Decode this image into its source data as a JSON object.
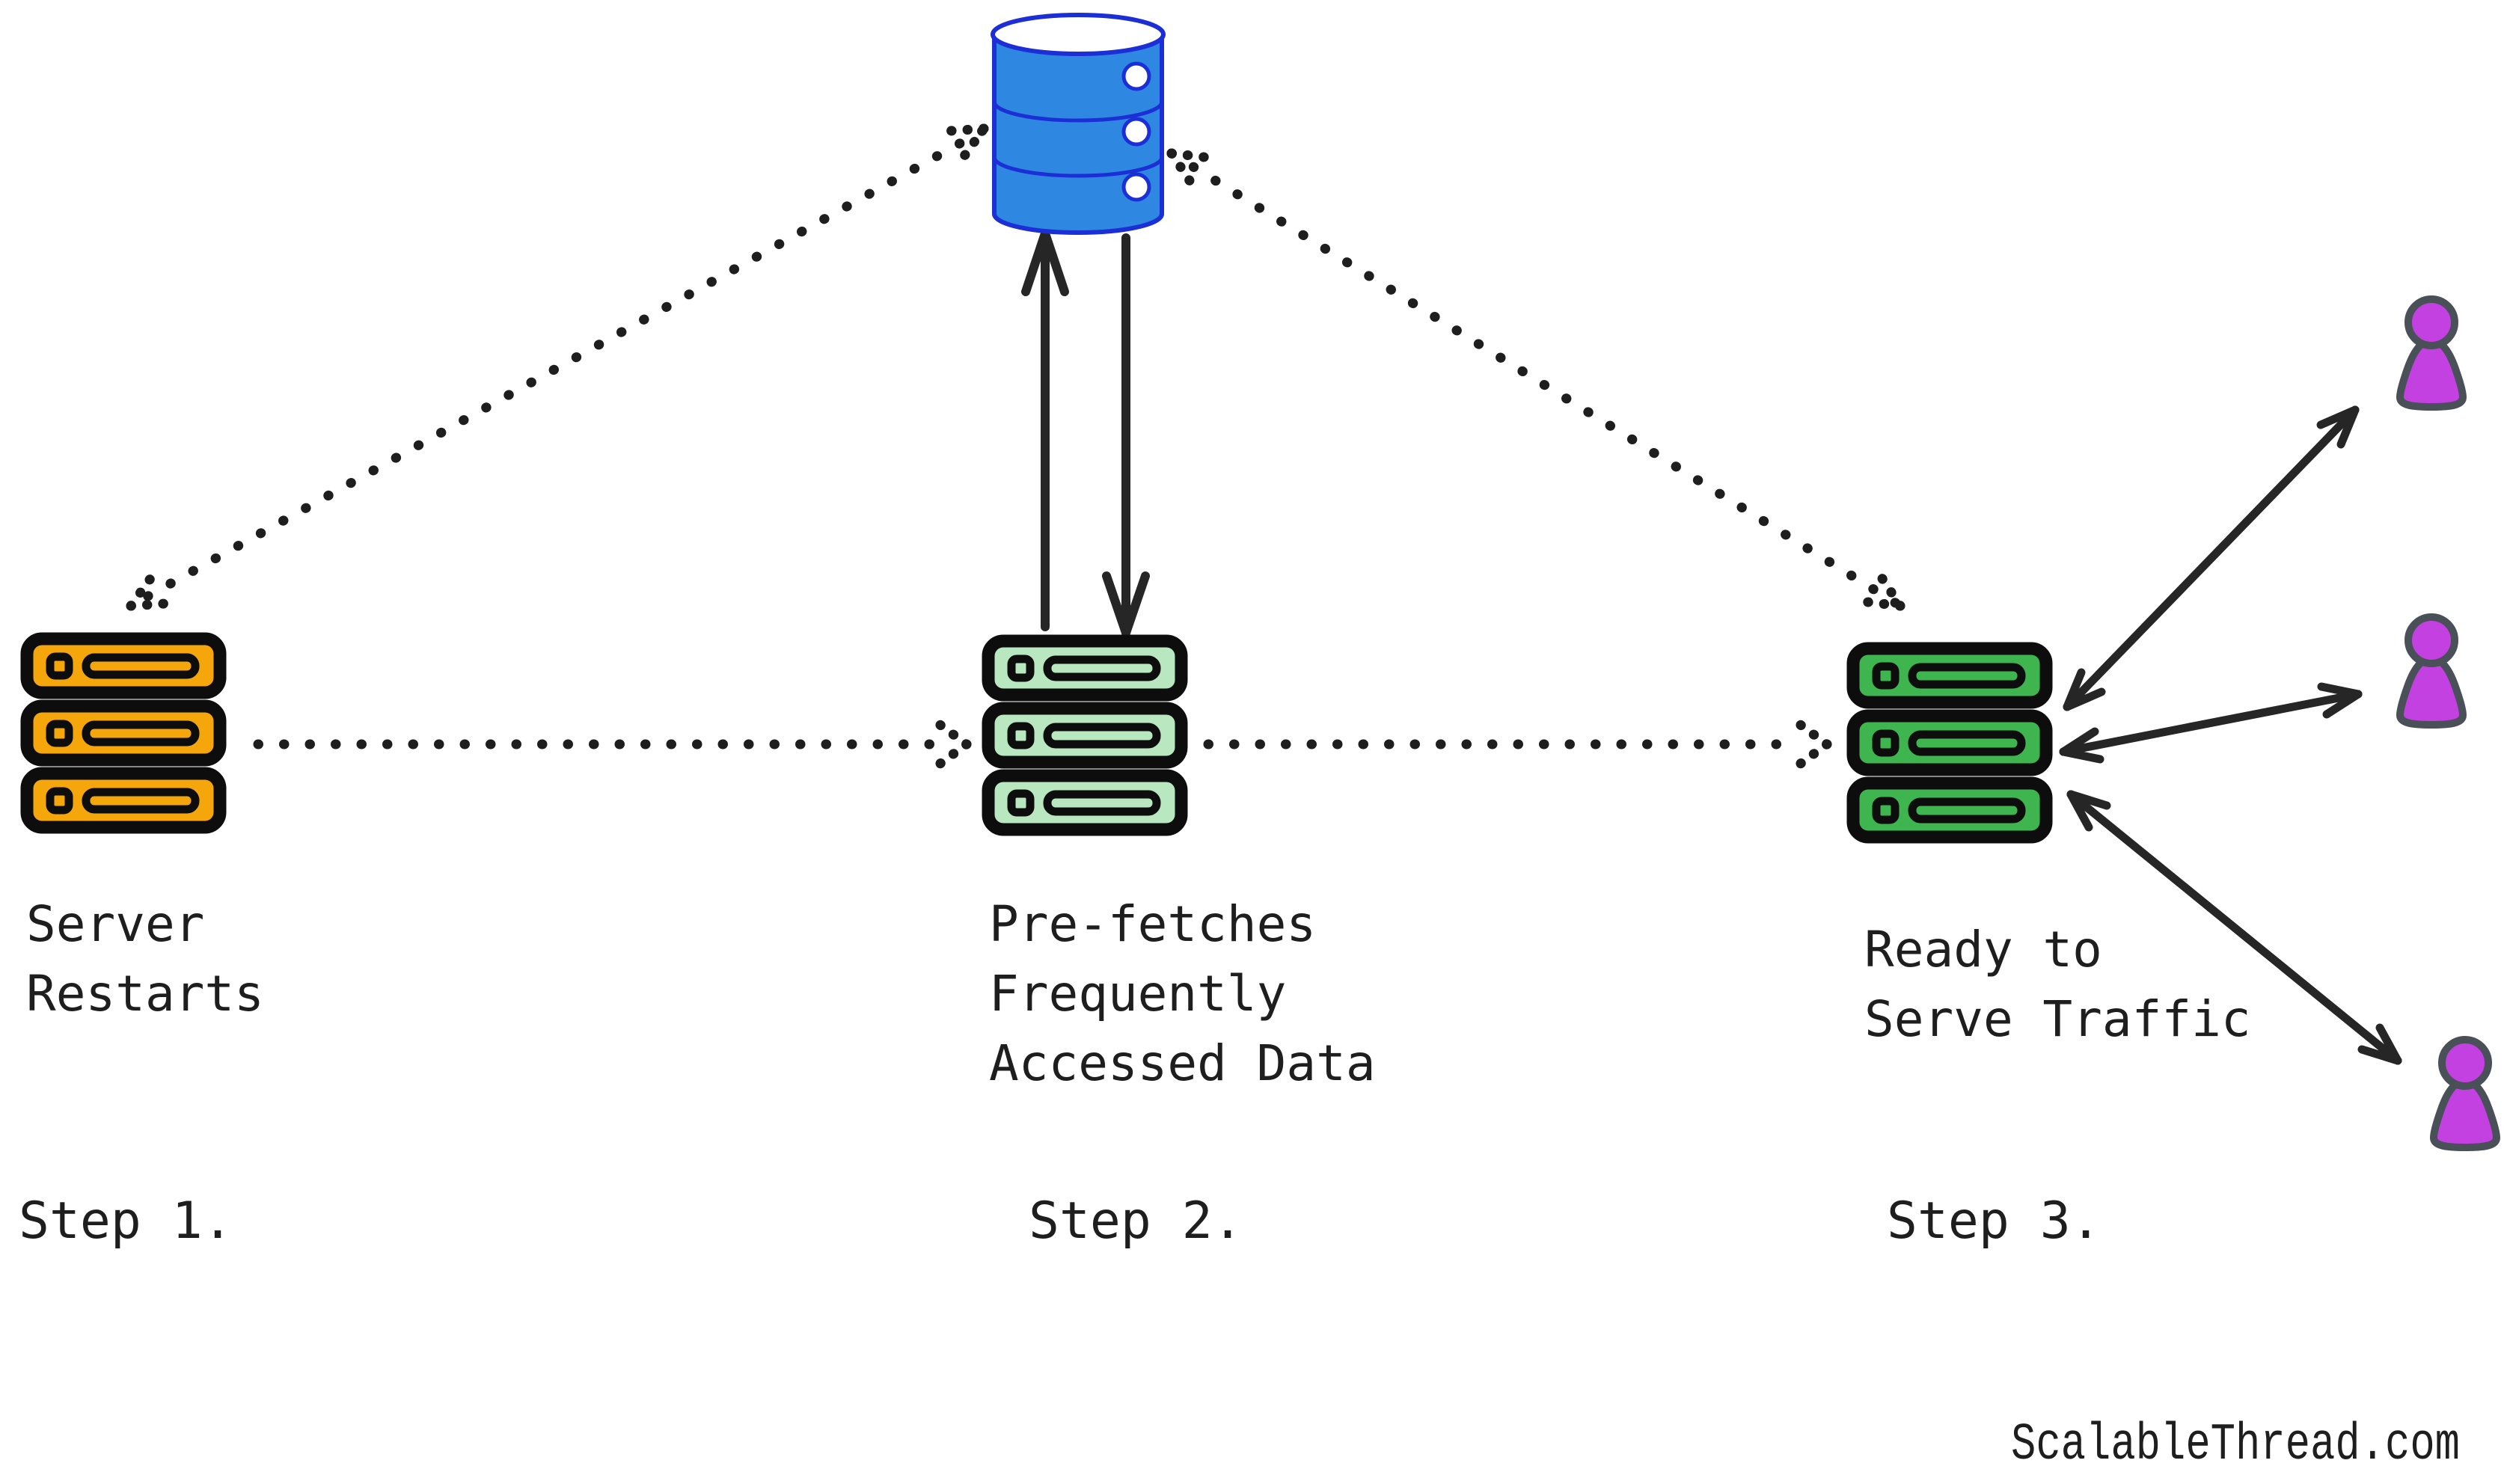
{
  "icons": {
    "database": "database-cylinder-icon",
    "server": "server-rack-icon",
    "user": "user-pawn-icon"
  },
  "colors": {
    "background": "#ffffff",
    "text": "#1e1e1e",
    "arrow": "#262626",
    "database_fill": "#2E87E0",
    "database_stroke": "#1C2FD6",
    "server_restart_fill": "#F5A60B",
    "server_prefetch_fill": "#B9E7C0",
    "server_ready_fill": "#3EB54F",
    "server_stroke": "#0d0d0d",
    "user_fill": "#C341E0",
    "user_stroke": "#4A5058"
  },
  "steps": [
    {
      "label": "Step 1.",
      "caption_lines": [
        "Server",
        "Restarts"
      ]
    },
    {
      "label": "Step 2.",
      "caption_lines": [
        "Pre-fetches",
        "Frequently",
        "Accessed Data"
      ]
    },
    {
      "label": "Step 3.",
      "caption_lines": [
        "Ready to",
        "Serve Traffic"
      ]
    }
  ],
  "footer": {
    "brand": "ScalableThread.com"
  }
}
